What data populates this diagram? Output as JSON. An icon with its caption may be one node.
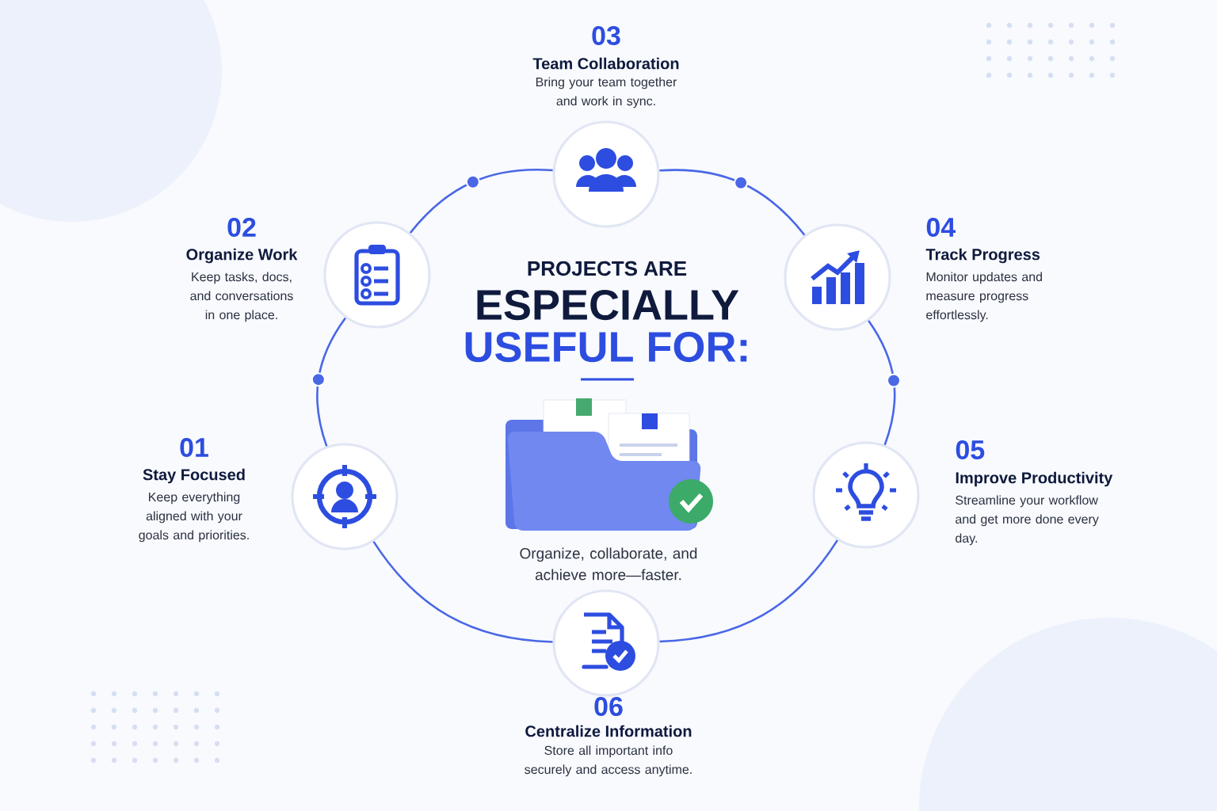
{
  "diagram": {
    "caption": "Organize, collaborate, and achieve more—faster.",
    "nodes": [
      {
        "text": [
          "01",
          "Stay Focused",
          "Keep everything aligned with your goals and priorities."
        ]
      },
      {
        "text": [
          "02",
          "Organize Work",
          "Keep tasks, docs, and conversations in one place."
        ]
      },
      {
        "text": [
          "03",
          "Team Collaboration",
          "Bring your team together and work in sync."
        ]
      },
      {
        "text": [
          "04",
          "Track Progress",
          "Monitor updates and measure progress effortlessly."
        ]
      },
      {
        "text": [
          "05",
          "Improve Productivity",
          "Streamline your workflow and get more done every day."
        ]
      },
      {
        "text": [
          "06",
          "Centralize Information",
          "Store all important info securely and access anytime."
        ]
      }
    ],
    "edges": [
      {
        "from": 0,
        "to": 1,
        "arrow": "none"
      },
      {
        "from": 1,
        "to": 2,
        "arrow": "none"
      },
      {
        "from": 2,
        "to": 3,
        "arrow": "none"
      },
      {
        "from": 3,
        "to": 4,
        "arrow": "none"
      },
      {
        "from": 4,
        "to": 5,
        "arrow": "none"
      },
      {
        "from": 5,
        "to": 0,
        "arrow": "none"
      }
    ],
    "labels": [
      "PROJECTS ARE",
      "ESPECIALLY",
      "USEFUL FOR:"
    ]
  }
}
